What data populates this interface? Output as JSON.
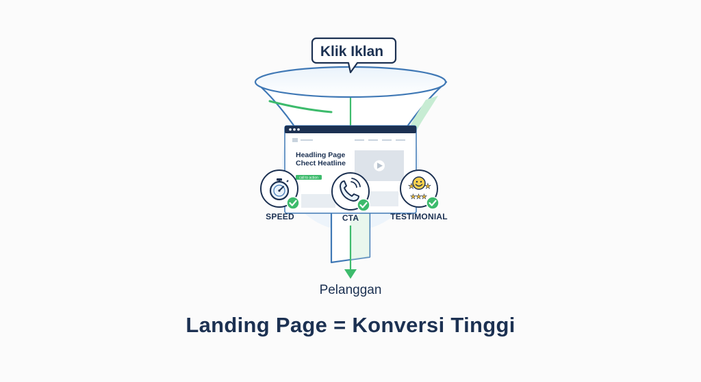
{
  "bubble": {
    "label": "Klik Iklan"
  },
  "page_mockup": {
    "heading_line1": "Headling Page",
    "heading_line2": "Chect Heatline",
    "button_label": "call to action"
  },
  "features": [
    {
      "label": "SPEED",
      "icon": "stopwatch-icon"
    },
    {
      "label": "CTA",
      "icon": "phone-icon"
    },
    {
      "label": "TESTIMONIAL",
      "icon": "smiley-stars-icon"
    }
  ],
  "output": {
    "label": "Pelanggan"
  },
  "headline": "Landing Page = Konversi Tinggi",
  "colors": {
    "navy": "#1c3152",
    "blue_outline": "#3f78b5",
    "green": "#3dbb6c",
    "light_blue_fill": "#eaf3fb"
  }
}
